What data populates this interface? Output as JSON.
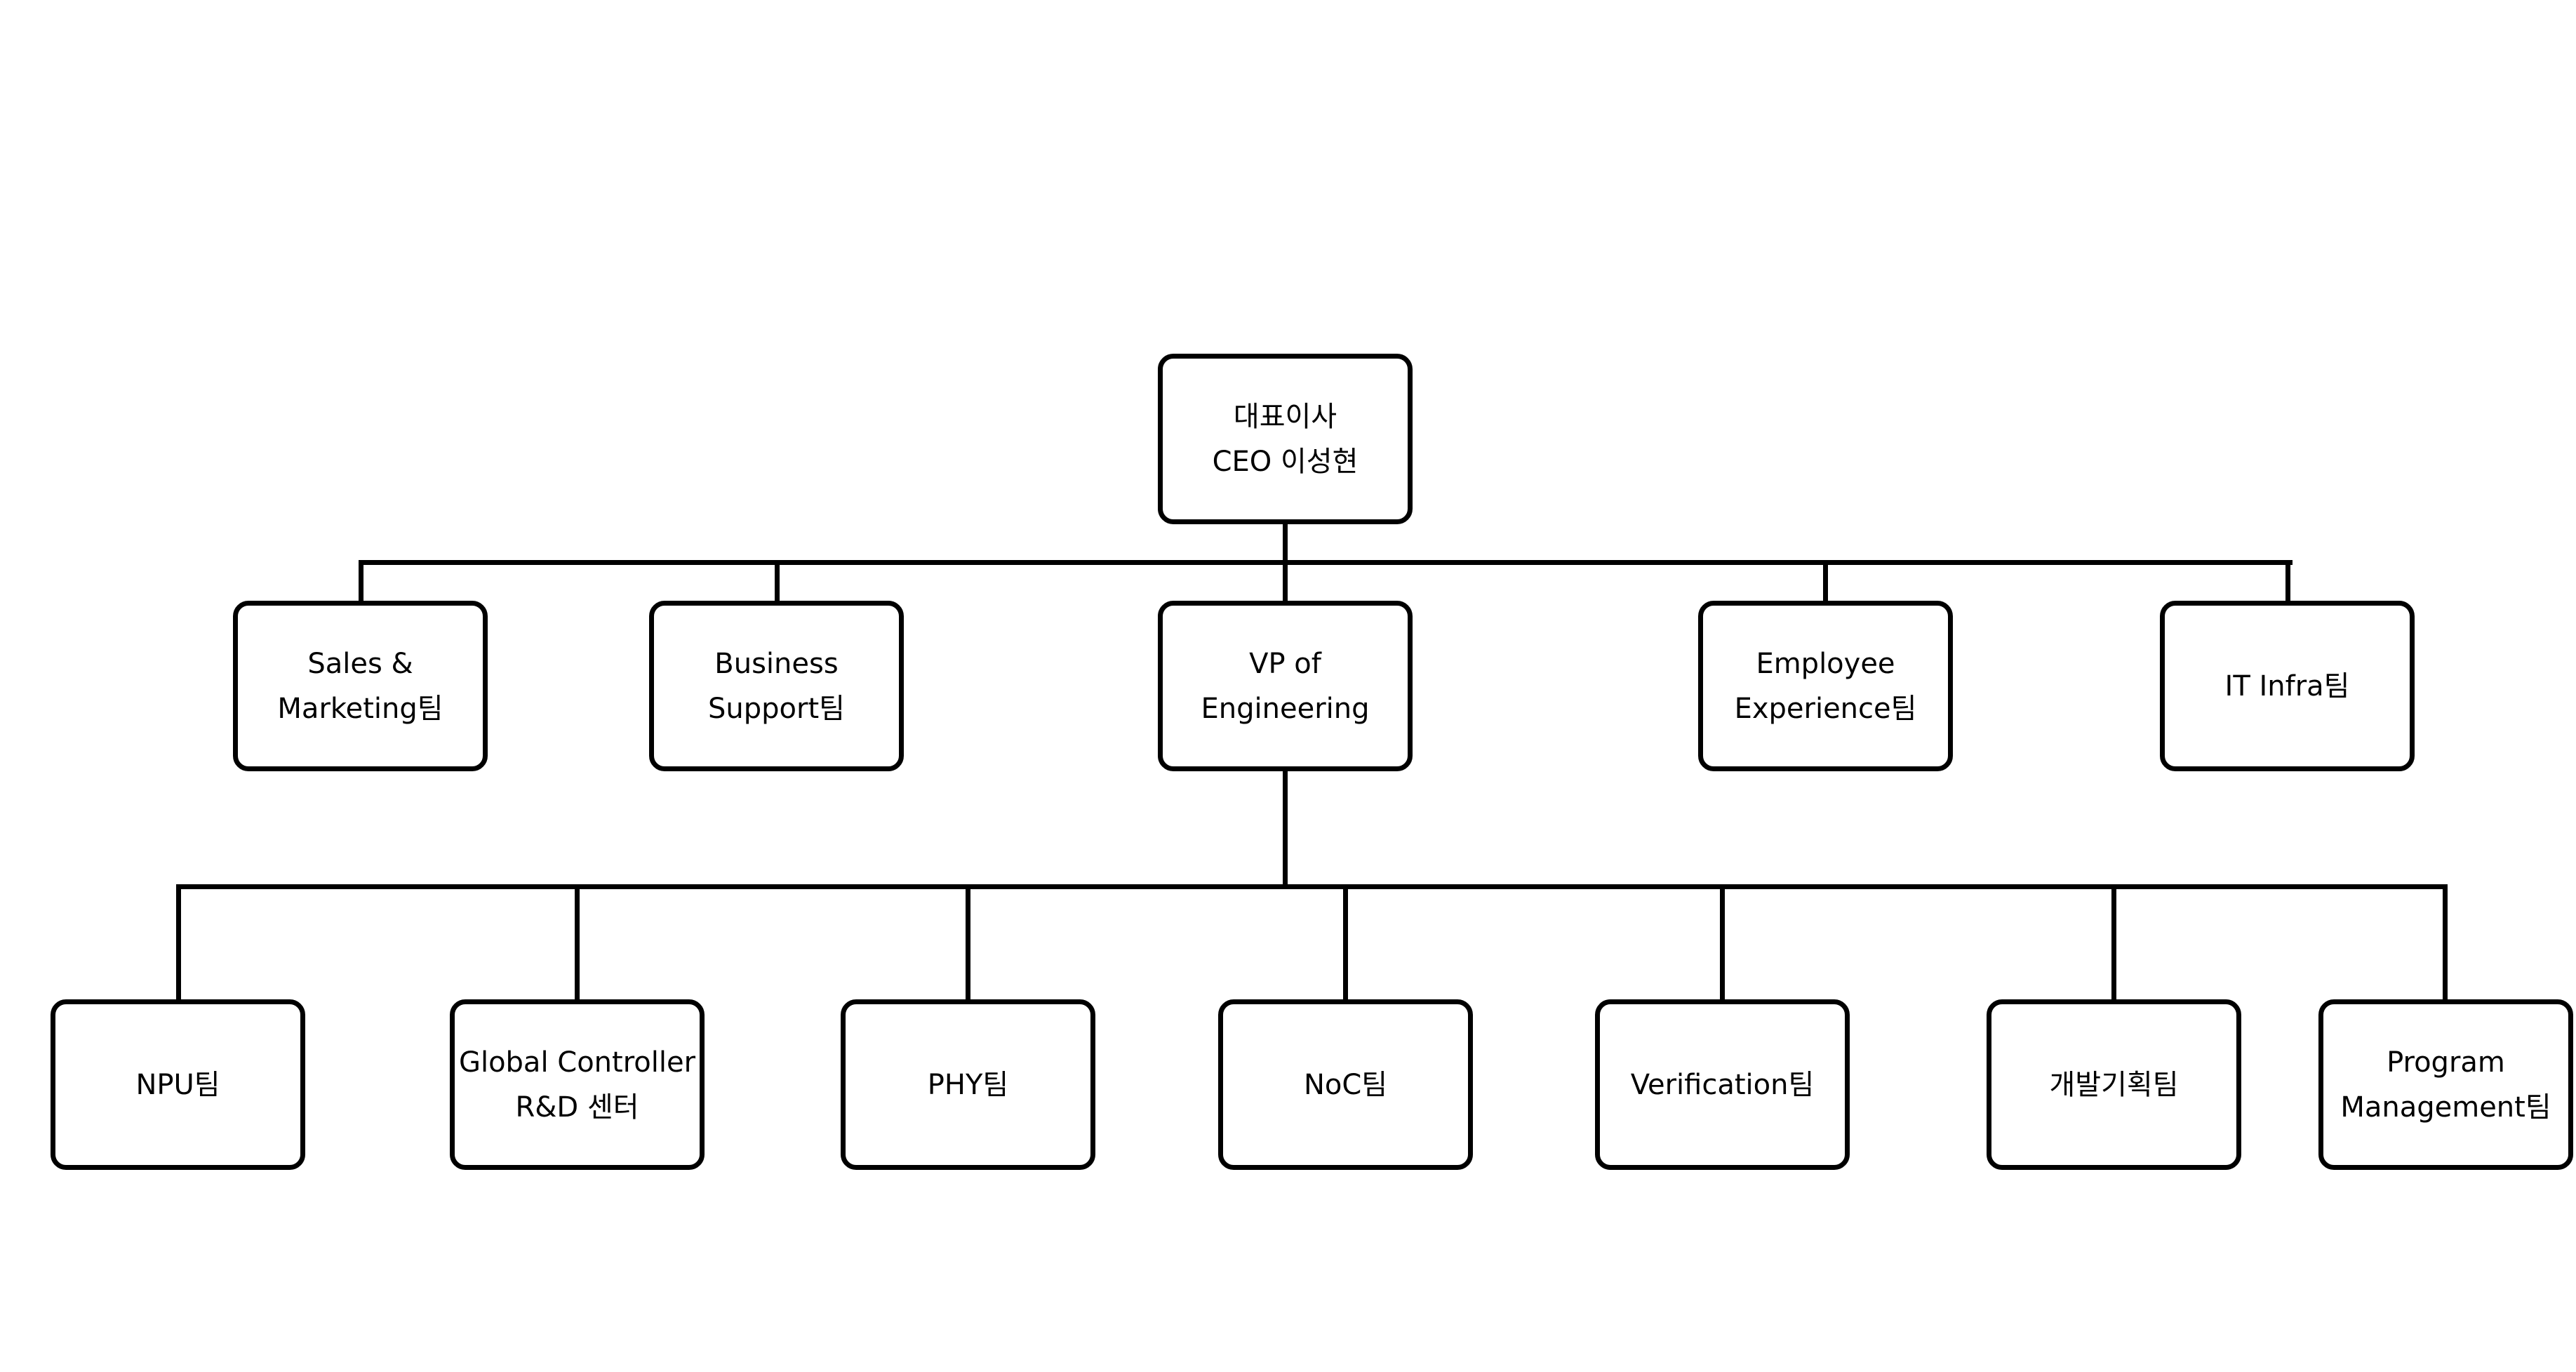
{
  "ceo": {
    "line1": "대표이사",
    "line2": "CEO 이성현"
  },
  "teams": [
    {
      "line1": "Sales &",
      "line2": "Marketing팀"
    },
    {
      "line1": "Business",
      "line2": "Support팀"
    },
    {
      "line1": "VP of",
      "line2": "Engineering"
    },
    {
      "line1": "Employee",
      "line2": "Experience팀"
    },
    {
      "line1": "IT Infra팀"
    }
  ],
  "engineering_teams": [
    {
      "line1": "NPU팀"
    },
    {
      "line1": "Global Controller",
      "line2": "R&D 센터"
    },
    {
      "line1": "PHY팀"
    },
    {
      "line1": "NoC팀"
    },
    {
      "line1": "Verification팀"
    },
    {
      "line1": "개발기획팀"
    },
    {
      "line1": "Program",
      "line2": "Management팀"
    }
  ]
}
